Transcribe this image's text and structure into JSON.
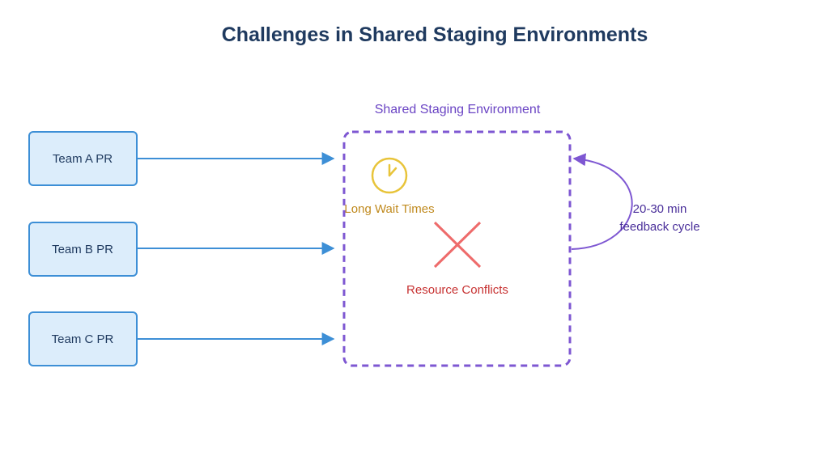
{
  "diagram": {
    "title": "Challenges in Shared Staging Environments",
    "teams": [
      {
        "label": "Team A PR"
      },
      {
        "label": "Team B PR"
      },
      {
        "label": "Team C PR"
      }
    ],
    "environment": {
      "label": "Shared Staging Environment"
    },
    "issues": {
      "wait_times": "Long Wait Times",
      "conflicts": "Resource Conflicts"
    },
    "feedback": {
      "line1": "20-30 min",
      "line2": "feedback cycle"
    },
    "colors": {
      "title": "#1f3a5f",
      "team_box_fill": "#dcedfb",
      "team_box_stroke": "#3d8fd6",
      "team_text": "#1f3a5f",
      "arrow": "#3d8fd6",
      "environment": "#7e57d2",
      "clock": "#e8c43a",
      "wait_text": "#c08a1e",
      "conflict_x": "#ee6b6b",
      "conflict_text": "#c73232",
      "feedback": "#7e57d2"
    },
    "icons": [
      "clock-icon",
      "x-mark-icon"
    ]
  }
}
